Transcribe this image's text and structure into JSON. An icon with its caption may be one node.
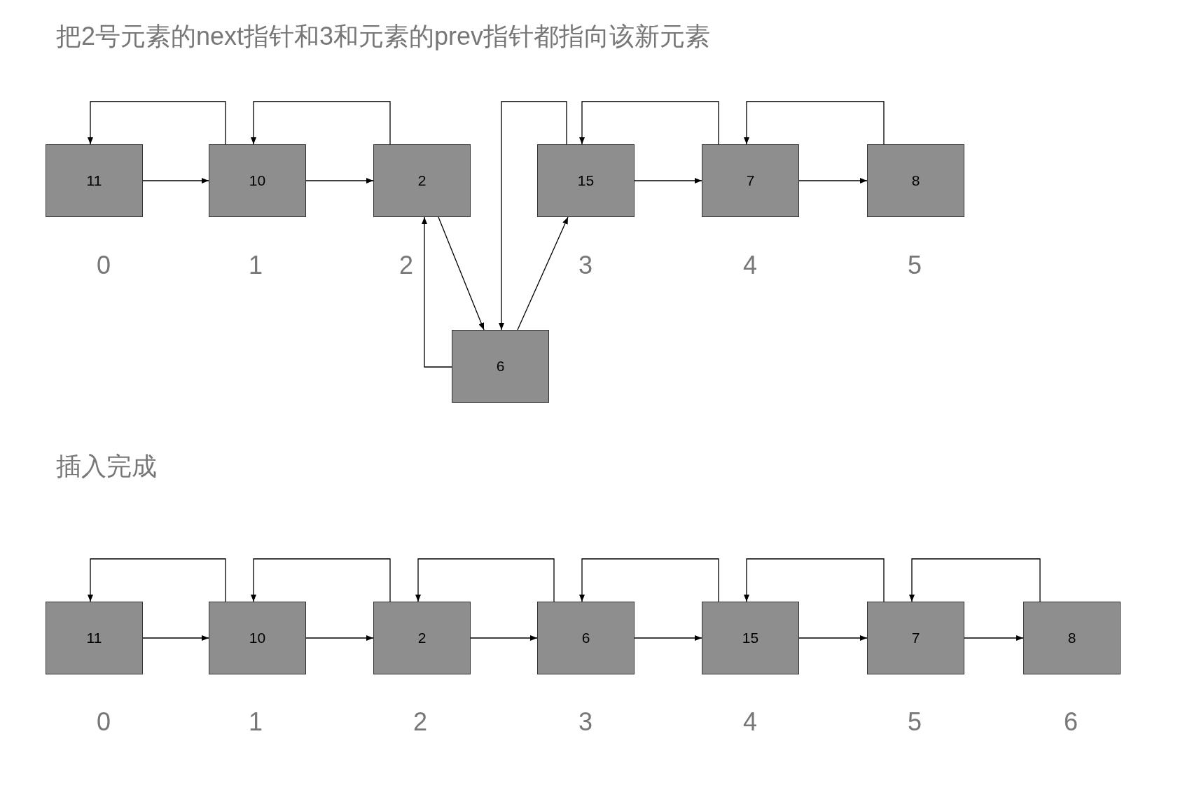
{
  "diagram": {
    "title": "把2号元素的next指针和3和元素的prev指针都指向该新元素",
    "nodes": [
      {
        "text": [
          "11"
        ]
      },
      {
        "text": [
          "10"
        ]
      },
      {
        "text": [
          "2"
        ]
      },
      {
        "text": [
          "15"
        ]
      },
      {
        "text": [
          "7"
        ]
      },
      {
        "text": [
          "8"
        ]
      },
      {
        "text": [
          "6"
        ]
      },
      {
        "text": [
          "11"
        ]
      },
      {
        "text": [
          "10"
        ]
      },
      {
        "text": [
          "2"
        ]
      },
      {
        "text": [
          "6"
        ]
      },
      {
        "text": [
          "15"
        ]
      },
      {
        "text": [
          "7"
        ]
      },
      {
        "text": [
          "8"
        ]
      }
    ],
    "edges": [
      {
        "from": 0,
        "to": 1,
        "arrow": "to"
      },
      {
        "from": 1,
        "to": 0,
        "arrow": "to"
      },
      {
        "from": 1,
        "to": 2,
        "arrow": "to"
      },
      {
        "from": 2,
        "to": 1,
        "arrow": "to"
      },
      {
        "from": 2,
        "to": 6,
        "arrow": "to"
      },
      {
        "from": 6,
        "to": 2,
        "arrow": "to"
      },
      {
        "from": 6,
        "to": 3,
        "arrow": "to"
      },
      {
        "from": 3,
        "to": 6,
        "arrow": "to"
      },
      {
        "from": 3,
        "to": 4,
        "arrow": "to"
      },
      {
        "from": 4,
        "to": 3,
        "arrow": "to"
      },
      {
        "from": 4,
        "to": 5,
        "arrow": "to"
      },
      {
        "from": 5,
        "to": 4,
        "arrow": "to"
      },
      {
        "from": 7,
        "to": 8,
        "arrow": "to"
      },
      {
        "from": 8,
        "to": 7,
        "arrow": "to"
      },
      {
        "from": 8,
        "to": 9,
        "arrow": "to"
      },
      {
        "from": 9,
        "to": 8,
        "arrow": "to"
      },
      {
        "from": 9,
        "to": 10,
        "arrow": "to"
      },
      {
        "from": 10,
        "to": 9,
        "arrow": "to"
      },
      {
        "from": 10,
        "to": 11,
        "arrow": "to"
      },
      {
        "from": 11,
        "to": 10,
        "arrow": "to"
      },
      {
        "from": 11,
        "to": 12,
        "arrow": "to"
      },
      {
        "from": 12,
        "to": 11,
        "arrow": "to"
      },
      {
        "from": 12,
        "to": 13,
        "arrow": "to"
      },
      {
        "from": 13,
        "to": 12,
        "arrow": "to"
      }
    ],
    "labels": [
      "0",
      "1",
      "2",
      "3",
      "4",
      "5",
      "插入完成",
      "0",
      "1",
      "2",
      "3",
      "4",
      "5",
      "6"
    ]
  }
}
